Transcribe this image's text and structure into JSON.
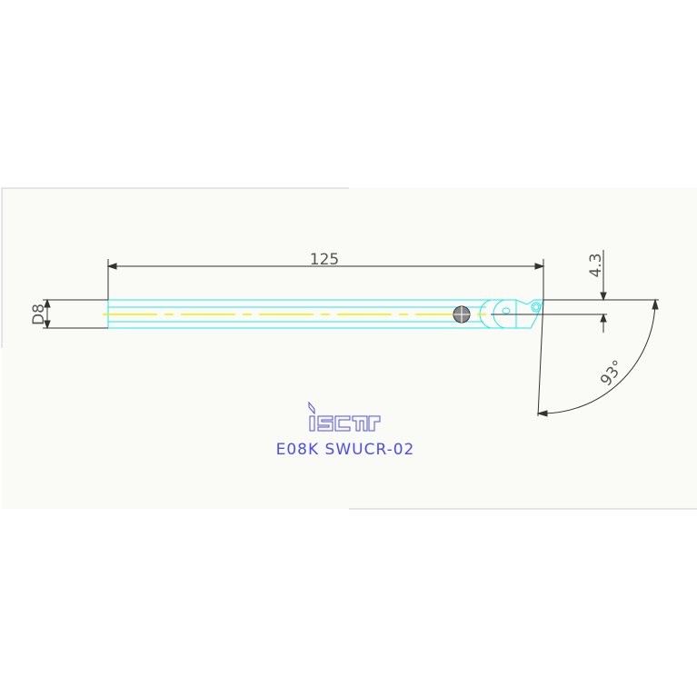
{
  "drawing": {
    "length_dim": "125",
    "diameter_dim": "D8",
    "offset_dim": "4.3",
    "angle_dim": "93°",
    "logo": "iscar",
    "part_number": "E08K SWUCR-02"
  },
  "colors": {
    "tool_outline": "#22e5f0",
    "centerline": "#f0f000",
    "dimension": "#333333",
    "label": "#4d4df0",
    "panel": "#fafbf6"
  }
}
